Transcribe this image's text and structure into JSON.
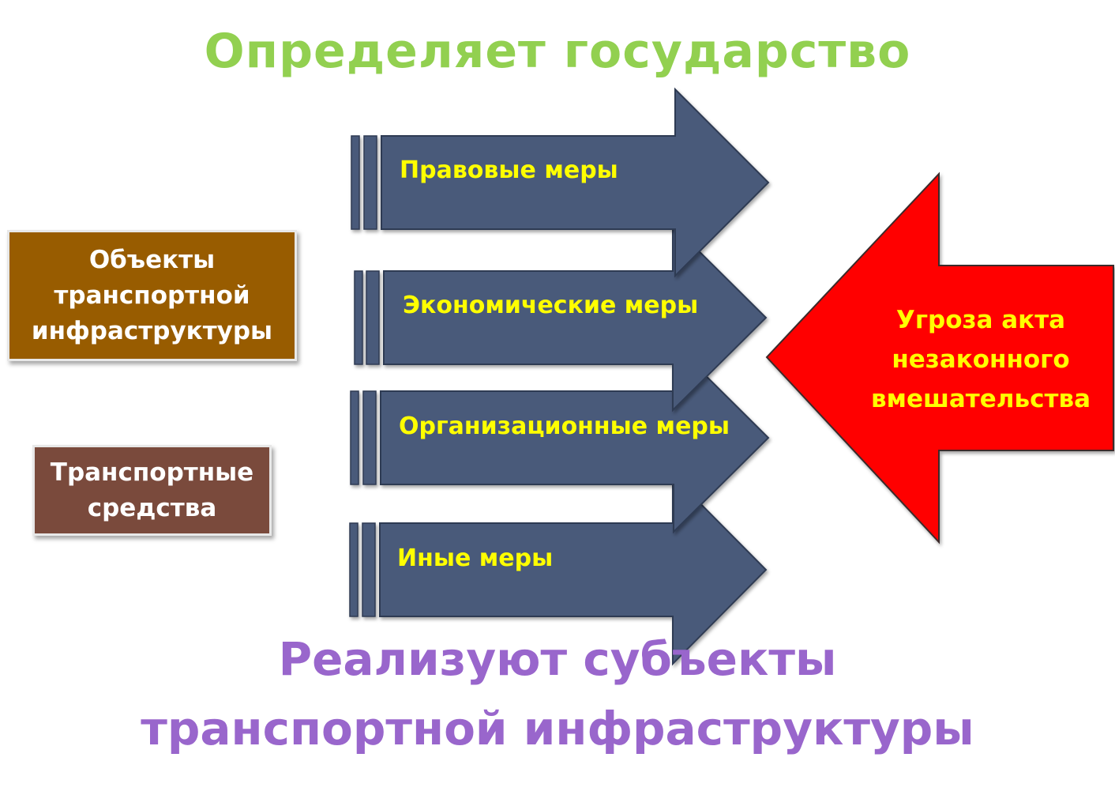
{
  "title_top": "Определяет государство",
  "title_bottom": {
    "line1": "Реализуют субъекты",
    "line2": "транспортной инфраструктуры"
  },
  "boxes": [
    {
      "lines": [
        "Объекты",
        "транспортной",
        "инфраструктуры"
      ],
      "color": "#985c00"
    },
    {
      "lines": [
        "Транспортные",
        "средства"
      ],
      "color": "#7a4a3c"
    }
  ],
  "arrows": [
    {
      "label": "Правовые меры"
    },
    {
      "label": "Экономические меры"
    },
    {
      "label": "Организационные меры"
    },
    {
      "label": "Иные меры"
    }
  ],
  "threat": {
    "lines": [
      "Угроза акта",
      "незаконного",
      "вмешательства"
    ],
    "color": "#ff0000"
  },
  "colors": {
    "arrow_fill": "#4a5a7a",
    "label_text": "#ffff00",
    "title_top": "#92d050",
    "title_bottom": "#9966cc"
  }
}
